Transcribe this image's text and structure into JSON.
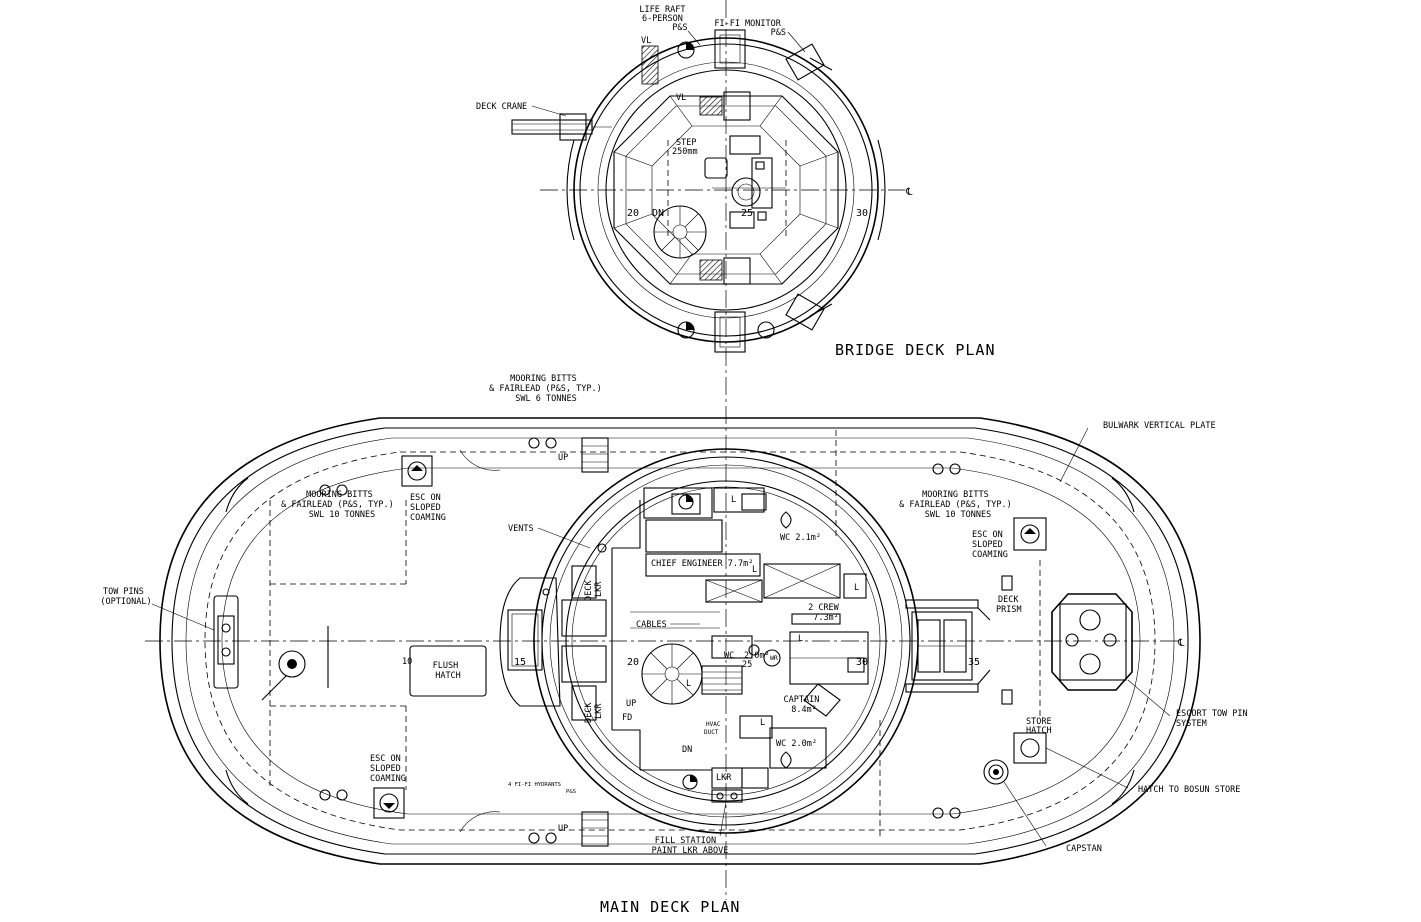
{
  "bridge": {
    "title": "BRIDGE DECK PLAN",
    "liferaft": [
      "LIFE RAFT",
      "6-PERSON",
      "P&S"
    ],
    "fifi": [
      "FI-FI MONITOR",
      "P&S"
    ],
    "deck_crane": "DECK CRANE",
    "step": [
      "STEP",
      "250mm"
    ],
    "vl1": "VL",
    "vl2": "VL",
    "dn": "DN",
    "frame20": "20",
    "frame25": "25",
    "frame30": "30",
    "centerline": "℄"
  },
  "main": {
    "title": "MAIN DECK PLAN",
    "mooring_top": [
      "MOORING BITTS",
      "& FAIRLEAD (P&S, TYP.)",
      "SWL 6 TONNES"
    ],
    "mooring_left": [
      "MOORING BITTS",
      "& FAIRLEAD (P&S, TYP.)",
      "SWL 10 TONNES"
    ],
    "mooring_right": [
      "MOORING BITTS",
      "& FAIRLEAD (P&S, TYP.)",
      "SWL 10 TONNES"
    ],
    "bulwark": "BULWARK VERTICAL PLATE",
    "esc_tl": [
      "ESC ON",
      "SLOPED",
      "COAMING"
    ],
    "esc_bl": [
      "ESC ON",
      "SLOPED",
      "COAMING"
    ],
    "esc_r": [
      "ESC ON",
      "SLOPED",
      "COAMING"
    ],
    "tow_pins": [
      "TOW PINS",
      "(OPTIONAL)"
    ],
    "vents": "VENTS",
    "cables": "CABLES",
    "flush_hatch": [
      "FLUSH",
      "HATCH"
    ],
    "deck_lkr_top": [
      "DECK",
      "LKR"
    ],
    "deck_lkr_bot": [
      "DECK",
      "LKR"
    ],
    "chief_engineer": "CHIEF ENGINEER 7.7m²",
    "wc_top": "WC 2.1m²",
    "two_crew": [
      "2 CREW",
      "7.3m²"
    ],
    "wc_mid": [
      "WC",
      "2.0m²",
      "25"
    ],
    "wc_bot": "WC 2.0m²",
    "captain": [
      "CAPTAIN",
      "8.4m²"
    ],
    "deck_prism": [
      "DECK",
      "PRISM"
    ],
    "store_hatch": [
      "STORE",
      "HATCH"
    ],
    "escort": [
      "ESCORT TOW PIN",
      "SYSTEM"
    ],
    "hatch_bosun": "HATCH TO BOSUN STORE",
    "capstan": "CAPSTAN",
    "fill_station": [
      "FILL STATION",
      "PAINT LKR ABOVE"
    ],
    "fifi_hydrants": [
      "4 FI-FI HYDRANTS",
      "P&S"
    ],
    "hvac": [
      "HVAC",
      "DUCT"
    ],
    "up_top": "UP",
    "up_bot": "UP",
    "up_stair": "UP",
    "dn_stair": "DN",
    "fd": "FD",
    "lkr": "LKR",
    "l_marks": [
      "L",
      "L",
      "L",
      "L",
      "L",
      "L"
    ],
    "wr": "WR",
    "frame10": "10",
    "frame15": "15",
    "frame20": "20",
    "frame30": "30",
    "frame35": "35",
    "centerline": "℄"
  }
}
